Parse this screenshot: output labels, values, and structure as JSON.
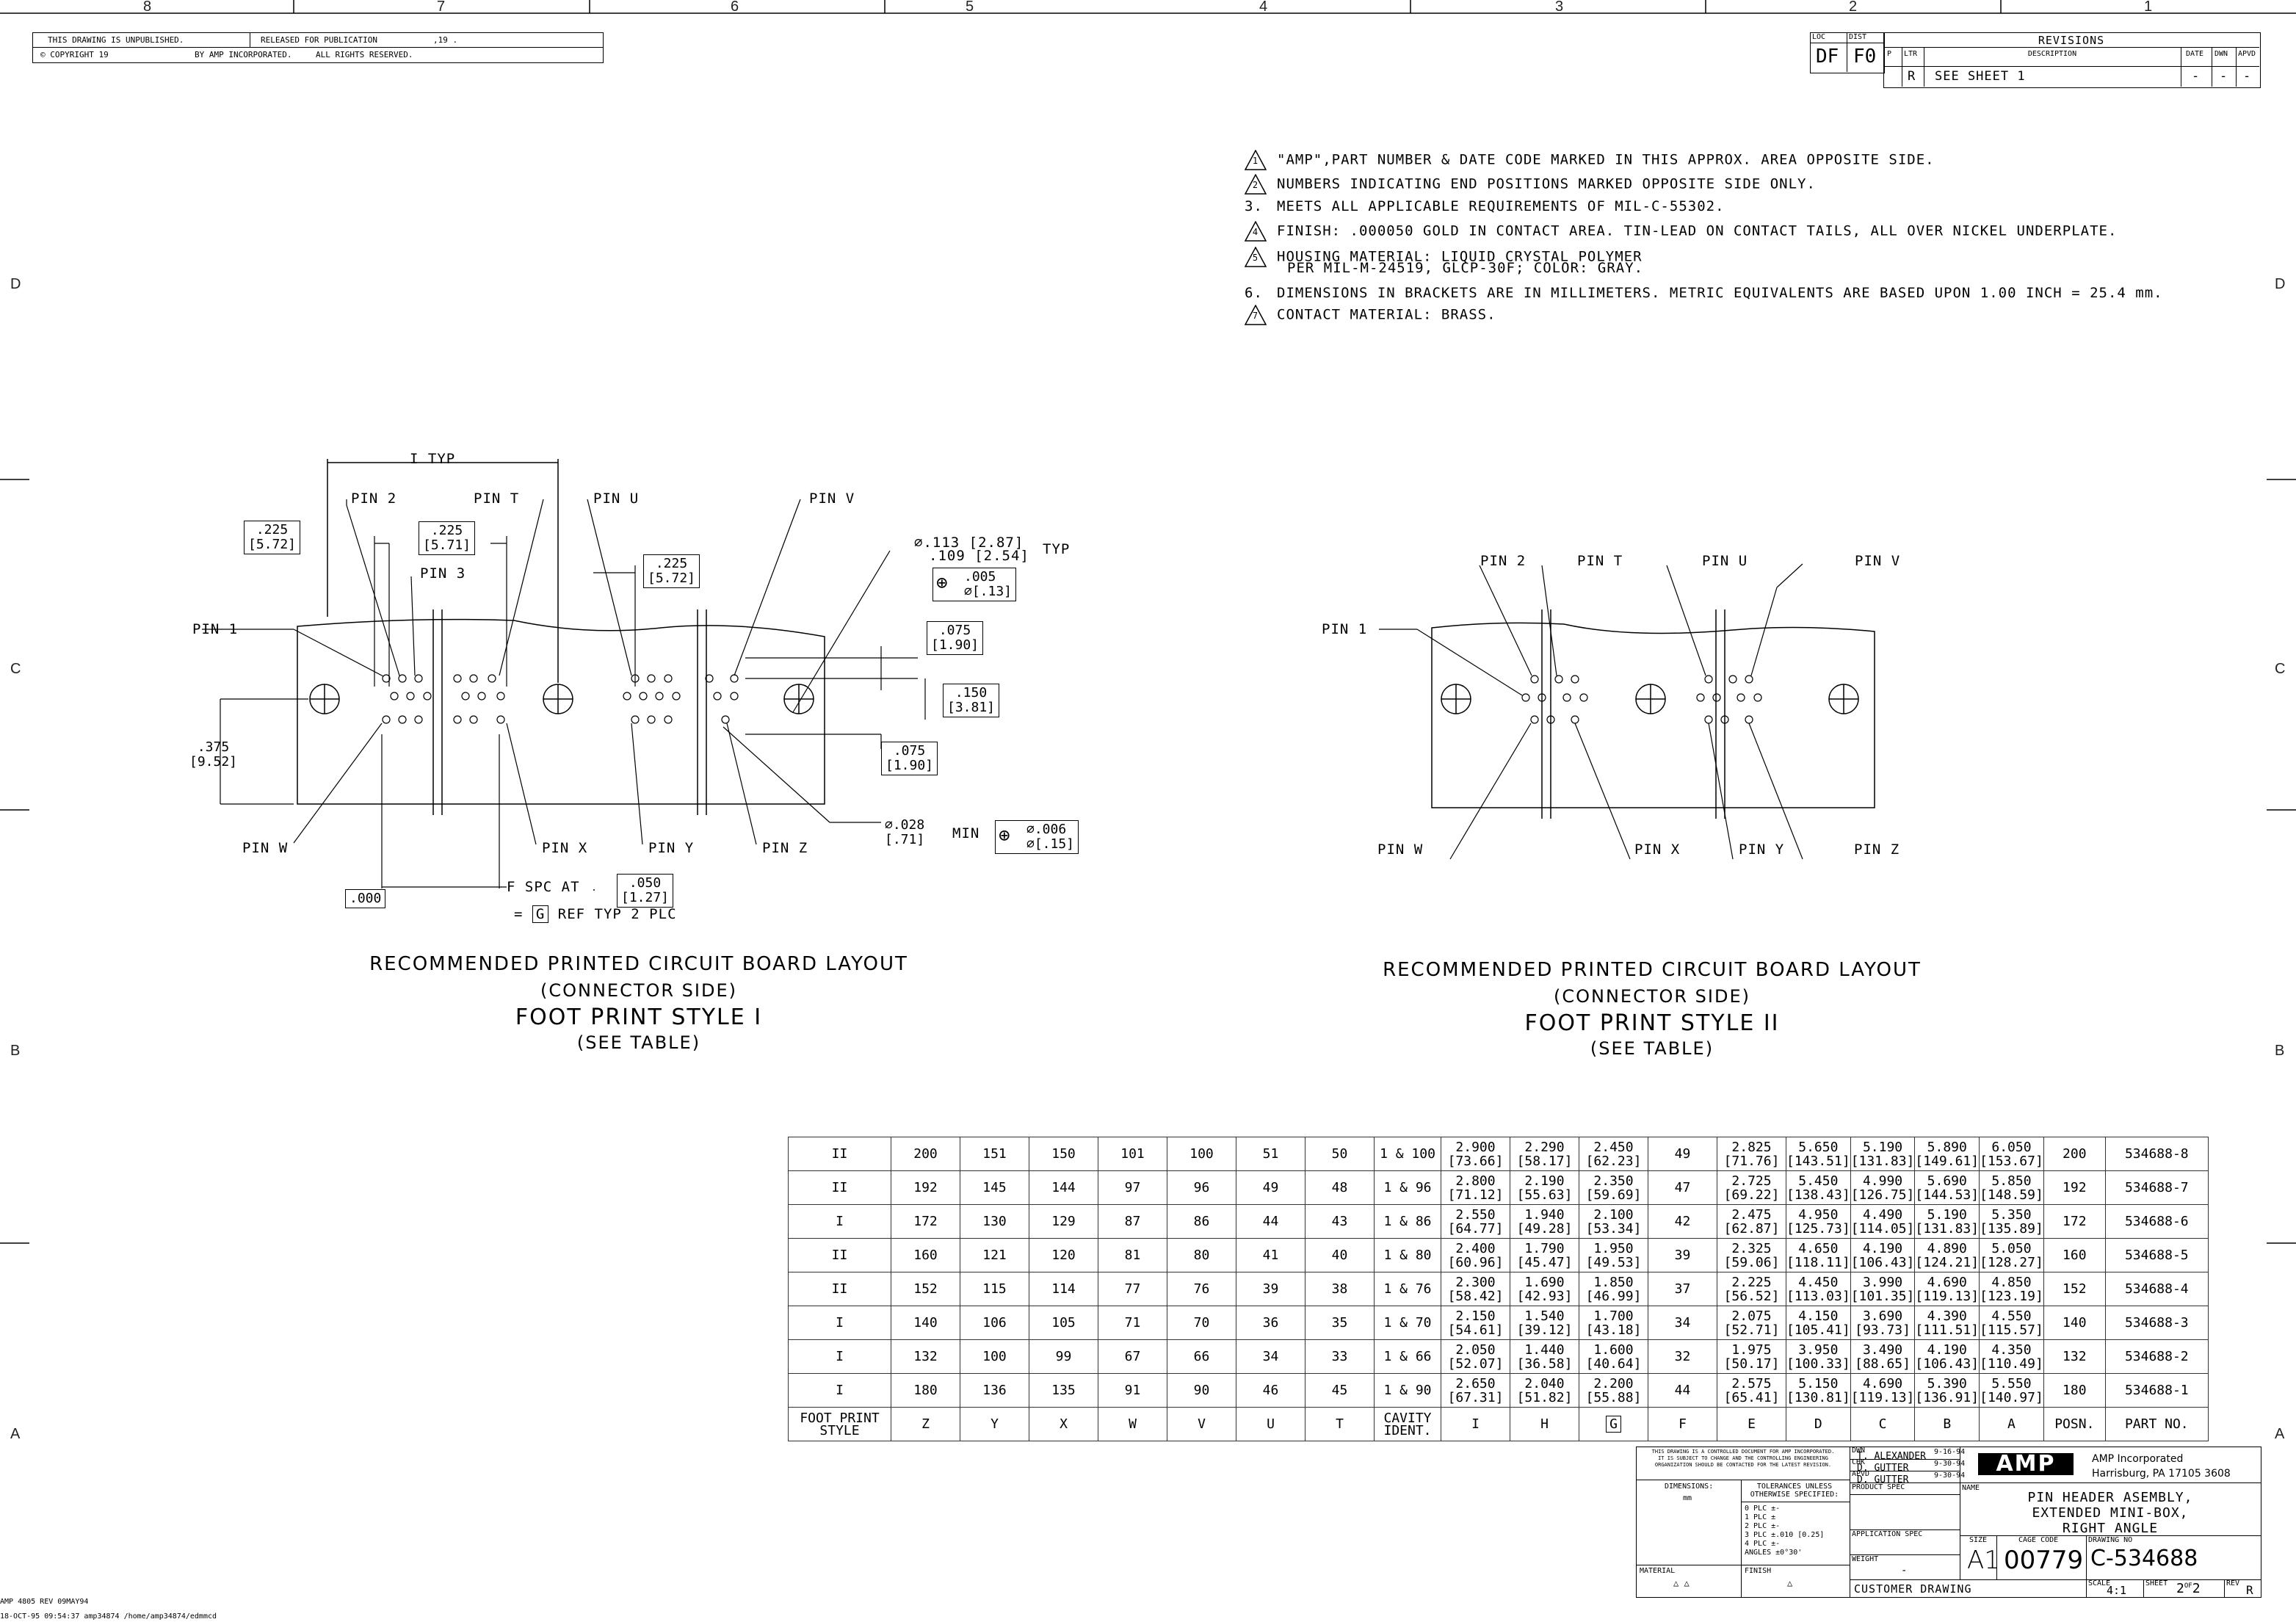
{
  "zones": {
    "top": [
      "8",
      "7",
      "6",
      "5",
      "4",
      "3",
      "2",
      "1"
    ],
    "side": [
      "D",
      "C",
      "B",
      "A"
    ]
  },
  "top_strip": {
    "unpublished": "THIS DRAWING IS UNPUBLISHED.",
    "released": "RELEASED FOR PUBLICATION",
    "year": ",19 .",
    "copyright": "© COPYRIGHT 19",
    "by": "BY AMP INCORPORATED.",
    "rights": "ALL RIGHTS RESERVED."
  },
  "revisions": {
    "title": "REVISIONS",
    "loc_label": "LOC",
    "loc": "DF",
    "dist_label": "DIST",
    "dist": "F0",
    "p": "P",
    "ltr": "LTR",
    "desc_label": "DESCRIPTION",
    "date_label": "DATE",
    "dwn_label": "DWN",
    "apvd_label": "APVD",
    "row": {
      "ltr": "R",
      "desc": "SEE SHEET 1",
      "date": "-",
      "dwn": "-",
      "apvd": "-"
    }
  },
  "notes": [
    {
      "mark": "1",
      "flag": true,
      "text": "\"AMP\",PART NUMBER & DATE CODE MARKED IN THIS APPROX. AREA OPPOSITE SIDE."
    },
    {
      "mark": "2",
      "flag": true,
      "text": "NUMBERS INDICATING END POSITIONS MARKED OPPOSITE SIDE ONLY."
    },
    {
      "mark": "3.",
      "flag": false,
      "text": "MEETS ALL APPLICABLE REQUIREMENTS OF MIL-C-55302."
    },
    {
      "mark": "4",
      "flag": true,
      "text": "FINISH: .000050 GOLD IN CONTACT AREA. TIN-LEAD ON CONTACT TAILS, ALL OVER NICKEL UNDERPLATE."
    },
    {
      "mark": "5",
      "flag": true,
      "text": "HOUSING MATERIAL: LIQUID CRYSTAL POLYMER",
      "text2": "PER MIL-M-24519, GLCP-30F; COLOR: GRAY."
    },
    {
      "mark": "6.",
      "flag": false,
      "text": "DIMENSIONS IN BRACKETS ARE IN MILLIMETERS. METRIC EQUIVALENTS ARE BASED UPON 1.00 INCH = 25.4 mm."
    },
    {
      "mark": "7",
      "flag": true,
      "text": "CONTACT MATERIAL: BRASS."
    }
  ],
  "view1": {
    "i_typ": "I TYP",
    "pins": {
      "pin1": "PIN 1",
      "pin2": "PIN 2",
      "pin3": "PIN 3",
      "pinT": "PIN T",
      "pinU": "PIN U",
      "pinV": "PIN V",
      "pinW": "PIN W",
      "pinX": "PIN X",
      "pinY": "PIN Y",
      "pinZ": "PIN Z"
    },
    "dim_225a": ".225",
    "dim_225a_mm": "[5.72]",
    "dim_225b": ".225",
    "dim_225b_mm": "[5.71]",
    "dim_225c": ".225",
    "dim_225c_mm": "[5.72]",
    "hole_a": "⌀.113 [2.87]",
    "hole_b": ".109 [2.54]",
    "typ": "TYP",
    "pos1": ".005",
    "pos1_mm": "⌀[.13]",
    "pos1_sym": "⌀",
    "dim_075a": ".075",
    "dim_075a_mm": "[1.90]",
    "dim_150": ".150",
    "dim_150_mm": "[3.81]",
    "dim_075b": ".075",
    "dim_075b_mm": "[1.90]",
    "dim_375": ".375",
    "dim_375_mm": "[9.52]",
    "pin_dia": "⌀.028",
    "pin_dia_mm": "[.71]",
    "min": "MIN",
    "pos2": "⌀.006",
    "pos2_mm": "⌀[.15]",
    "zero": ".000",
    "f_spc": "F SPC AT",
    "dim_050": ".050",
    "dim_050_mm": "[1.27]",
    "ref": "= ",
    "ref_g": "G",
    "ref_txt": "REF TYP 2 PLC",
    "title1": "RECOMMENDED PRINTED CIRCUIT BOARD LAYOUT",
    "title2": "(CONNECTOR SIDE)",
    "title3": "FOOT PRINT STYLE I",
    "title4": "(SEE TABLE)"
  },
  "view2": {
    "pins": {
      "pin1": "PIN 1",
      "pin2": "PIN 2",
      "pinT": "PIN T",
      "pinU": "PIN U",
      "pinV": "PIN V",
      "pinW": "PIN W",
      "pinX": "PIN X",
      "pinY": "PIN Y",
      "pinZ": "PIN Z"
    },
    "title1": "RECOMMENDED PRINTED CIRCUIT BOARD LAYOUT",
    "title2": "(CONNECTOR SIDE)",
    "title3": "FOOT PRINT STYLE II",
    "title4": "(SEE TABLE)"
  },
  "table": {
    "headers": [
      "FOOT PRINT STYLE",
      "Z",
      "Y",
      "X",
      "W",
      "V",
      "U",
      "T",
      "CAVITY IDENT.",
      "I",
      "H",
      "G",
      "F",
      "E",
      "D",
      "C",
      "B",
      "A",
      "POSN.",
      "PART NO."
    ],
    "rows": [
      [
        "II",
        "200",
        "151",
        "150",
        "101",
        "100",
        "51",
        "50",
        "1 & 100",
        "2.900",
        "[73.66]",
        "2.290",
        "[58.17]",
        "2.450",
        "[62.23]",
        "49",
        "2.825",
        "[71.76]",
        "5.650",
        "[143.51]",
        "5.190",
        "[131.83]",
        "5.890",
        "[149.61]",
        "6.050",
        "[153.67]",
        "200",
        "534688-8"
      ],
      [
        "II",
        "192",
        "145",
        "144",
        "97",
        "96",
        "49",
        "48",
        "1 & 96",
        "2.800",
        "[71.12]",
        "2.190",
        "[55.63]",
        "2.350",
        "[59.69]",
        "47",
        "2.725",
        "[69.22]",
        "5.450",
        "[138.43]",
        "4.990",
        "[126.75]",
        "5.690",
        "[144.53]",
        "5.850",
        "[148.59]",
        "192",
        "534688-7"
      ],
      [
        "I",
        "172",
        "130",
        "129",
        "87",
        "86",
        "44",
        "43",
        "1 & 86",
        "2.550",
        "[64.77]",
        "1.940",
        "[49.28]",
        "2.100",
        "[53.34]",
        "42",
        "2.475",
        "[62.87]",
        "4.950",
        "[125.73]",
        "4.490",
        "[114.05]",
        "5.190",
        "[131.83]",
        "5.350",
        "[135.89]",
        "172",
        "534688-6"
      ],
      [
        "II",
        "160",
        "121",
        "120",
        "81",
        "80",
        "41",
        "40",
        "1 & 80",
        "2.400",
        "[60.96]",
        "1.790",
        "[45.47]",
        "1.950",
        "[49.53]",
        "39",
        "2.325",
        "[59.06]",
        "4.650",
        "[118.11]",
        "4.190",
        "[106.43]",
        "4.890",
        "[124.21]",
        "5.050",
        "[128.27]",
        "160",
        "534688-5"
      ],
      [
        "II",
        "152",
        "115",
        "114",
        "77",
        "76",
        "39",
        "38",
        "1 & 76",
        "2.300",
        "[58.42]",
        "1.690",
        "[42.93]",
        "1.850",
        "[46.99]",
        "37",
        "2.225",
        "[56.52]",
        "4.450",
        "[113.03]",
        "3.990",
        "[101.35]",
        "4.690",
        "[119.13]",
        "4.850",
        "[123.19]",
        "152",
        "534688-4"
      ],
      [
        "I",
        "140",
        "106",
        "105",
        "71",
        "70",
        "36",
        "35",
        "1 & 70",
        "2.150",
        "[54.61]",
        "1.540",
        "[39.12]",
        "1.700",
        "[43.18]",
        "34",
        "2.075",
        "[52.71]",
        "4.150",
        "[105.41]",
        "3.690",
        "[93.73]",
        "4.390",
        "[111.51]",
        "4.550",
        "[115.57]",
        "140",
        "534688-3"
      ],
      [
        "I",
        "132",
        "100",
        "99",
        "67",
        "66",
        "34",
        "33",
        "1 & 66",
        "2.050",
        "[52.07]",
        "1.440",
        "[36.58]",
        "1.600",
        "[40.64]",
        "32",
        "1.975",
        "[50.17]",
        "3.950",
        "[100.33]",
        "3.490",
        "[88.65]",
        "4.190",
        "[106.43]",
        "4.350",
        "[110.49]",
        "132",
        "534688-2"
      ],
      [
        "I",
        "180",
        "136",
        "135",
        "91",
        "90",
        "46",
        "45",
        "1 & 90",
        "2.650",
        "[67.31]",
        "2.040",
        "[51.82]",
        "2.200",
        "[55.88]",
        "44",
        "2.575",
        "[65.41]",
        "5.150",
        "[130.81]",
        "4.690",
        "[119.13]",
        "5.390",
        "[136.91]",
        "5.550",
        "[140.97]",
        "180",
        "534688-1"
      ]
    ]
  },
  "title_block": {
    "control": "THIS DRAWING IS A CONTROLLED DOCUMENT FOR AMP INCORPORATED. IT IS SUBJECT TO CHANGE AND THE CONTROLLING ENGINEERING ORGANIZATION SHOULD BE CONTACTED FOR THE LATEST REVISION.",
    "dimensions": "DIMENSIONS:",
    "dim_unit": "mm",
    "tolerances": "TOLERANCES UNLESS OTHERWISE SPECIFIED:",
    "tol_lines": [
      "0 PLC  ±-",
      "1 PLC  ±",
      "2 PLC  ±-",
      "3 PLC  ±.010 [0.25]",
      "4 PLC  ±-",
      "ANGLES  ±0°30'"
    ],
    "dwn_label": "DWN",
    "dwn": "T. ALEXANDER",
    "dwn_date": "9-16-94",
    "chk_label": "CHK",
    "chk": "D. GUTTER",
    "chk_date": "9-30-94",
    "apvd_label": "APVD",
    "apvd": "D. GUTTER",
    "apvd_date": "9-30-94",
    "product_spec": "PRODUCT SPEC",
    "app_spec": "APPLICATION SPEC",
    "weight_label": "WEIGHT",
    "weight": "-",
    "material_label": "MATERIAL",
    "finish_label": "FINISH",
    "customer": "CUSTOMER DRAWING",
    "logo": "AMP",
    "company": "AMP Incorporated",
    "address": "Harrisburg, PA 17105 3608",
    "name_label": "NAME",
    "name1": "PIN HEADER ASEMBLY,",
    "name2": "EXTENDED MINI-BOX,",
    "name3": "RIGHT ANGLE",
    "size_label": "SIZE",
    "size": "A1",
    "cage_label": "CAGE CODE",
    "cage": "00779",
    "dwg_label": "DRAWING NO",
    "dwg": "C-534688",
    "scale_label": "SCALE",
    "scale": "4:1",
    "sheet_label": "SHEET",
    "sheet": "2",
    "of": "OF",
    "sheets": "2",
    "rev_label": "REV",
    "rev": "R"
  },
  "footer": {
    "form": "AMP 4805 REV 09MAY94",
    "stamp": "18-OCT-95   09:54:37   amp34874   /home/amp34874/edmmcd"
  }
}
